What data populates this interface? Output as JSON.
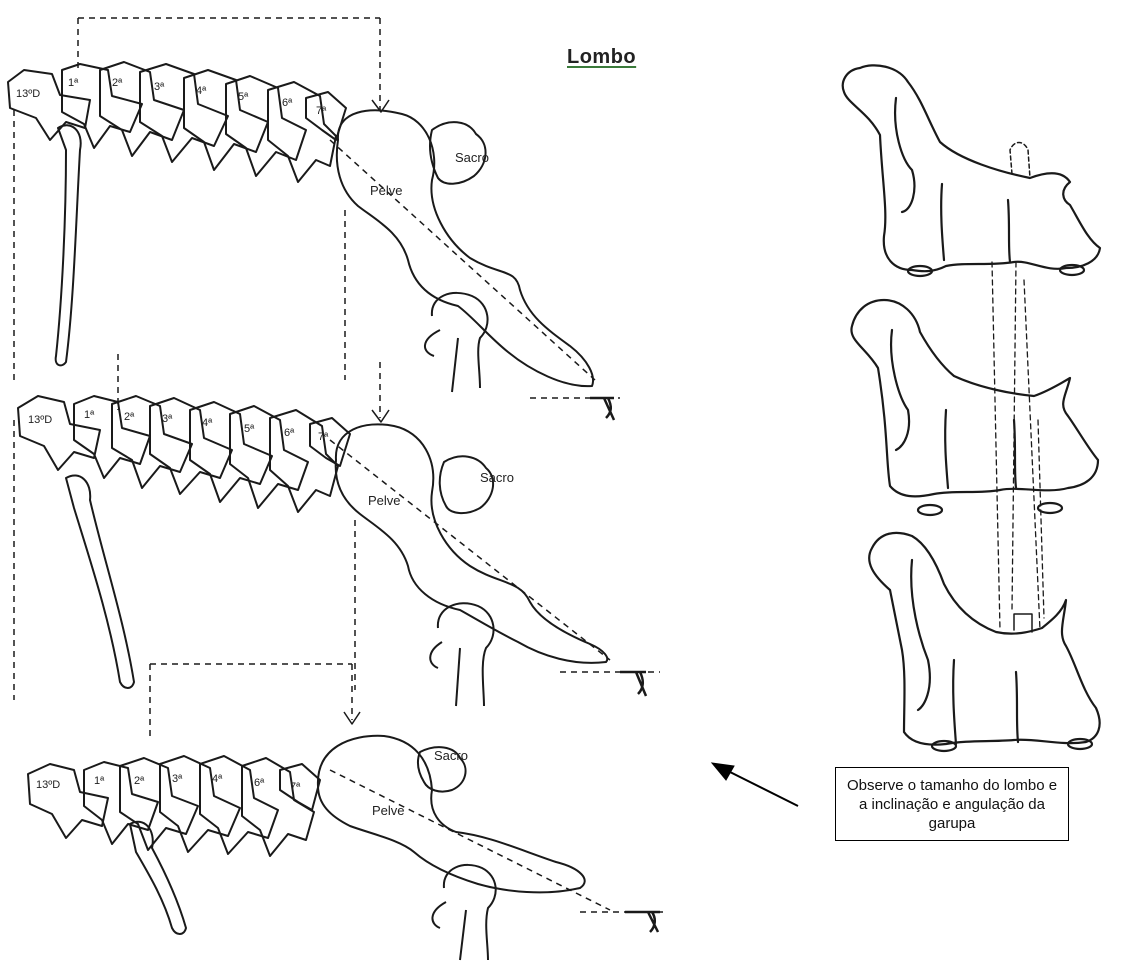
{
  "title": "Lombo",
  "vertebra_labels": {
    "top": [
      "13ºD",
      "1ª",
      "2ª",
      "3ª",
      "4ª",
      "5ª",
      "6ª",
      "7ª"
    ],
    "middle": [
      "13ºD",
      "1ª",
      "2ª",
      "3ª",
      "4ª",
      "5ª",
      "6ª",
      "7ª"
    ],
    "bottom": [
      "13ºD",
      "1ª",
      "2ª",
      "3ª",
      "4ª",
      "6ª",
      "7ª"
    ]
  },
  "structure_labels": {
    "pelvis": "Pelve",
    "sacrum": "Sacro"
  },
  "note": "Observe o tamanho do lombo e a  inclinação e angulação da garupa",
  "colors": {
    "line": "#1a1a1a",
    "note_border": "#000000",
    "title_underline": "#3a7a3a"
  }
}
